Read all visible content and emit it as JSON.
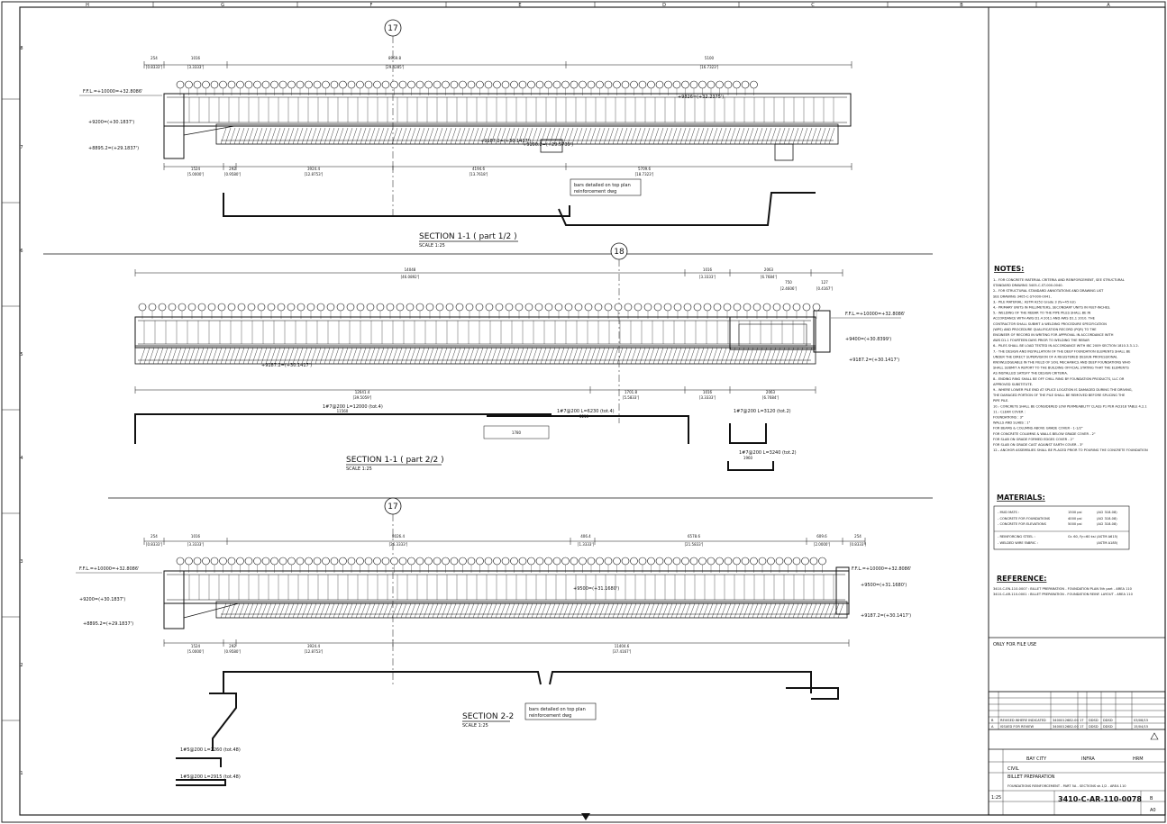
{
  "frame": {
    "top_labels": [
      "H",
      "G",
      "F",
      "E",
      "D",
      "C",
      "B",
      "A"
    ],
    "side_labels": [
      "8",
      "7",
      "6",
      "5",
      "4",
      "3",
      "2",
      "1"
    ]
  },
  "grid_lines": {
    "top": "17",
    "middle": "18",
    "bottom": "17"
  },
  "sections": {
    "s1": {
      "title": "SECTION 1-1 ( part 1/2 )",
      "scale": "SCALE 1:25",
      "ffl": "F.F.L.=+10000=+32.8086'",
      "levels": [
        "+9200=(+30.1837')",
        "+8895.2=(+29.1837')",
        "+9187.2=(+30.1417')",
        "+9100.2=(+29.5739')",
        "+9826=(+32.2375')"
      ],
      "dims_top": [
        "254",
        "1016",
        "8969.8",
        "5100"
      ],
      "dims_top_ft": [
        "[0.8333']",
        "[3.3333']",
        "[29.4285']",
        "[16.7323']"
      ],
      "dims_bottom": [
        "1524",
        "292",
        "3924.4",
        "4194.6",
        "5709.6"
      ],
      "dims_bottom_ft": [
        "[5.0000']",
        "[0.9580']",
        "[12.8753']",
        "[13.7618']",
        "[18.7323']"
      ],
      "note": [
        "bars detailed on top plan",
        "reinforcement dwg"
      ]
    },
    "s2": {
      "title": "SECTION 1-1 ( part 2/2 )",
      "scale": "SCALE 1:25",
      "ffl": "F.F.L.=+10000=+32.8086'",
      "levels": [
        "+9400=(+30.8399')",
        "+9187.2=(+30.1417')"
      ],
      "dims_top": [
        "14048",
        "1016",
        "2063",
        "750",
        "127"
      ],
      "dims_top_ft": [
        "[46.0892']",
        "[3.3333']",
        "[6.7684']",
        "[2.4606']",
        "[0.4167']"
      ],
      "dims_bottom": [
        "12641.4",
        "1701.8",
        "1016",
        "2063"
      ],
      "dims_bottom_ft": [
        "[39.5059']",
        "[5.5833']",
        "[3.3333']",
        "[6.7684']"
      ],
      "bar_callouts": [
        "1#7@200 L=12000 (tot.4)",
        "1#7@200 L=6230 (tot.4)",
        "1#7@200 L=3120 (tot.2)",
        "1#7@200 L=3240 (tot.2)"
      ],
      "bar_dims": [
        "11560",
        "5210",
        "1780",
        "1960"
      ]
    },
    "s3": {
      "title": "SECTION 2-2",
      "scale": "SCALE 1:25",
      "ffl": "F.F.L.=+10000=+32.8086'",
      "levels": [
        "+9200=(+30.1837')",
        "+8895.2=(+29.1837')",
        "+9500=(+31.1680')",
        "+9187.2=(+30.1417')"
      ],
      "dims_top": [
        "254",
        "1016",
        "8026.4",
        "406.4",
        "6578.6",
        "609.6",
        "254"
      ],
      "dims_top_ft": [
        "[0.8333']",
        "[3.3333']",
        "[26.3333']",
        "[1.3333']",
        "[21.5833']",
        "[2.0000']",
        "[0.8333']"
      ],
      "dims_bottom": [
        "1524",
        "292",
        "3924.4",
        "11404.6"
      ],
      "dims_bottom_ft": [
        "[5.0000']",
        "[0.9580']",
        "[12.8753']",
        "[37.4167']"
      ],
      "bar_callouts": [
        "1#5@200 L=2260 (tot.48)",
        "1#5@200 L=2915 (tot.48)"
      ],
      "note": [
        "bars detailed on top plan",
        "reinforcement dwg"
      ]
    }
  },
  "notes": {
    "heading": "NOTES:",
    "items": [
      "1.- FOR CONCRETE MATERIAL CRITERIA AND REINFORCEMENT, SEE STRUCTURAL",
      "     STANDARD DRAWING 3405-C-ST-000-0040.",
      "2.- FOR STRUCTURAL STANDARD ANNOTATIONS AND DRAWING LIST",
      "     SEE DRAWING 3405-C-ST-000-0041.",
      "3.- PILE MATERIAL: ASTM A252 Grade 3 (fy=45 ksi)",
      "4.- PRIMARY UNITS IN MILLIMETERS, SECONDARY UNITS IN FEET-INCHES.",
      "5.- WELDING OF THE REBAR TO THE PIPE PILES SHALL BE IN",
      "     ACCORDANCE WITH AWS D1.4 2011 AND AWS D1.1 2010. THE",
      "     CONTRACTOR SHALL SUBMIT A WELDING PROCEDURE SPECIFICATION",
      "     (WPS) AND PROCEDURE QUALIFICATION RECORD (PQR) TO THE",
      "     ENGINEER OF RECORD IN WRITING FOR APPROVAL IN ACCORDANCE WITH",
      "     AWS D1.1 FOURTEEN DAYS PRIOR TO WELDING THE REBAR",
      "6.- PILES SHALL BE LOAD TESTED IN ACCORDANCE WITH IBC 2009 SECTION 1810.3.3.1.2.",
      "7.- THE DESIGN AND INSTALLATION OF THE DEEP FOUNDATION ELEMENTS SHALL BE",
      "     UNDER THE DIRECT SUPERVISION OF A REGISTERED DESIGN PROFESSIONAL",
      "     KNOWLEDGEABLE IN THE FIELD OF SOIL MECHANICS AND DEEP FOUNDATIONS WHO",
      "     SHALL SUBMIT A REPORT TO THE BUILDING OFFICIAL STATING THAT THE ELEMENTS",
      "     AS INSTALLED SATISFY THE DESIGN CRITERIA.",
      "8.- ENDING RING SHALL BE OFF CHILL RING BY FOUNDATION PRODUCTS, LLC OR",
      "     APPROVED SUBSTITUTE.",
      "9.- WHERE LOWER PILE END AT SPLICE LOCATION IS DAMAGED DURING THE DRIVING,",
      "     THE DAMAGED PORTION OF THE PILE SHALL BE REMOVED BEFORE SPLICING THE",
      "     PIPE PILE.",
      "10.- CONCRETE SHALL BE CONSIDERED LOW PERMEABILITY CLASS P1 PER ACI318 TABLE 4.2.1",
      "11.- CLEAR COVER :",
      "     FOUNDATIONS : 3\"",
      "     WALLS AND SLABS : 1\"",
      "     FOR BEAMS & COLUMNS ABOVE GRADE COVER - 1-1/2\"",
      "     FOR CONCRETE COLUMNS & WALLS BELOW GRADE COVER - 2\"",
      "     FOR SLAB ON GRADE FORMED EDGES COVER - 2\"",
      "     FOR SLAB ON GRADE CAST AGAINST EARTH COVER - 3\"",
      "12.- ANCHOR ASSEMBLIES SHALL BE PLACED PRIOR TO POURING THE CONCRETE FOUNDATION"
    ]
  },
  "materials": {
    "heading": "MATERIALS:",
    "rows": [
      [
        "- MUD MATS :",
        "1500 psi",
        "(ACI 318-08)"
      ],
      [
        "- CONCRETE FOR FOUNDATIONS",
        "4000 psi",
        "(ACI 318-08)"
      ],
      [
        "- CONCRETE FOR ELEVATIONS",
        "5000 psi",
        "(ACI 318-08)"
      ],
      [
        "- REINFORCING STEEL :",
        "Gr. 60, Fy=60 ksi",
        "(ASTM A615)"
      ],
      [
        "- WELDED WIRE FABRIC :",
        "",
        "(ASTM A185)"
      ]
    ]
  },
  "reference": {
    "heading": "REFERENCE:",
    "items": [
      "3410-C-EN-110-0007 : BILLET PREPARATION - FOUNDATION PLAN 5th part - AREA 110",
      "3410-C-AR-110-0001 : BILLET PREPARATION - FOUNDATION REINF. LAYOUT - AREA 110"
    ]
  },
  "status": "ONLY FOR FILE USE",
  "revisions": [
    [
      "B",
      "REVISED WHERE INDICATED",
      "3400012682-00",
      "17",
      "DDSD",
      "DDSD",
      "03/08/15"
    ],
    [
      "A",
      "ISSUED FOR REVIEW",
      "3400012682-00",
      "17",
      "DDSD",
      "DDSD",
      "15/04/15"
    ]
  ],
  "title_block": {
    "place": "BAY CITY",
    "unit": "INFRA",
    "company": "HRM",
    "discipline": "CIVIL",
    "project": "BILLET PREPARATION",
    "drawing_title": "FOUNDATIONS REINFORCEMENT - PART 5A - SECTIONS sh.1/2 - AREA 110",
    "drawing_number": "3410-C-AR-110-0078",
    "revision": "B",
    "size": "A0",
    "scale": "1:25"
  }
}
